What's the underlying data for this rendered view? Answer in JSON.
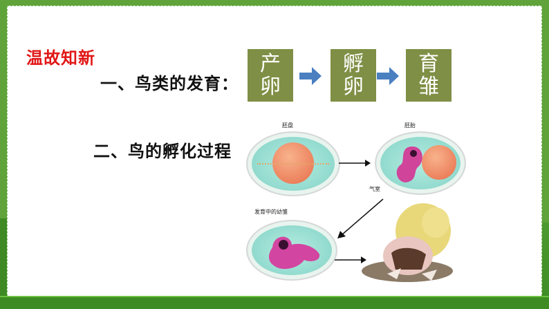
{
  "lesson": {
    "review_tag": "温故知新",
    "point1": "一、鸟类的发育：",
    "point2": "二、鸟的孵化过程"
  },
  "stages": [
    {
      "line1": "产",
      "line2": "卵"
    },
    {
      "line1": "孵",
      "line2": "卵"
    },
    {
      "line1": "育",
      "line2": "雏"
    }
  ],
  "diagram_labels": {
    "yolk_disc": "胚盘",
    "embryo": "胚胎",
    "air_cell": "气室",
    "developing_chick": "发育中的幼雏"
  },
  "colors": {
    "accent_red": "#e11616",
    "stage_box": "#7f8f45",
    "arrow_blue": "#4a7fc0",
    "grass_green": "#4c9a2f"
  }
}
